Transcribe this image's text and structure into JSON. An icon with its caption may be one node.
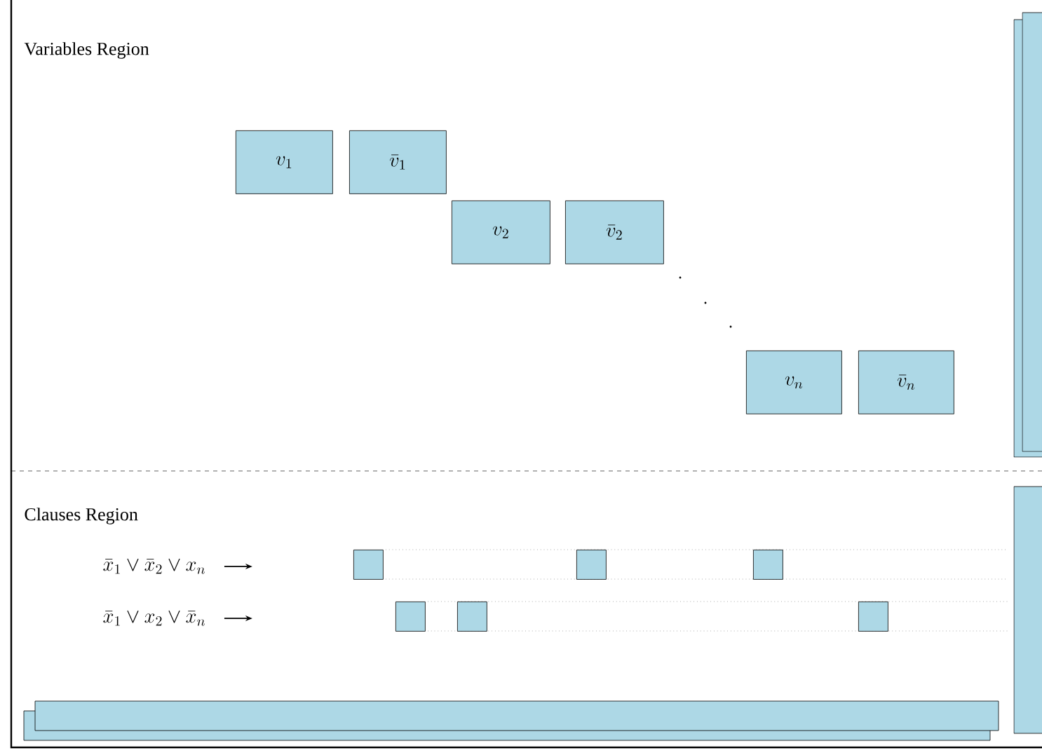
{
  "diagram": {
    "nodes": [
      {
        "text": [
          "v_1"
        ]
      },
      {
        "text": [
          "\\bar{v}_1"
        ]
      },
      {
        "text": [
          "v_2"
        ]
      },
      {
        "text": [
          "\\bar{v}_2"
        ]
      },
      {
        "text": [
          "v_n"
        ]
      },
      {
        "text": [
          "\\bar{v}_n"
        ]
      },
      {
        "text": [
          "\\bar{x}_1 \\vee \\bar{x}_2 \\vee x_n"
        ]
      },
      {
        "text": [
          "\\bar{x}_1 \\vee x_2 \\vee \\bar{x}_n"
        ]
      },
      {
        "text": [],
        "shape": "box"
      },
      {
        "text": [],
        "shape": "box"
      },
      {
        "text": [],
        "shape": "box"
      },
      {
        "text": [],
        "shape": "box"
      },
      {
        "text": [],
        "shape": "box"
      },
      {
        "text": [],
        "shape": "box"
      }
    ],
    "edges": [
      {
        "from": 6,
        "to": null,
        "arrow": "to"
      },
      {
        "from": 7,
        "to": null,
        "arrow": "to"
      }
    ],
    "labels": [
      "Variables Region",
      "Clauses Region"
    ]
  }
}
